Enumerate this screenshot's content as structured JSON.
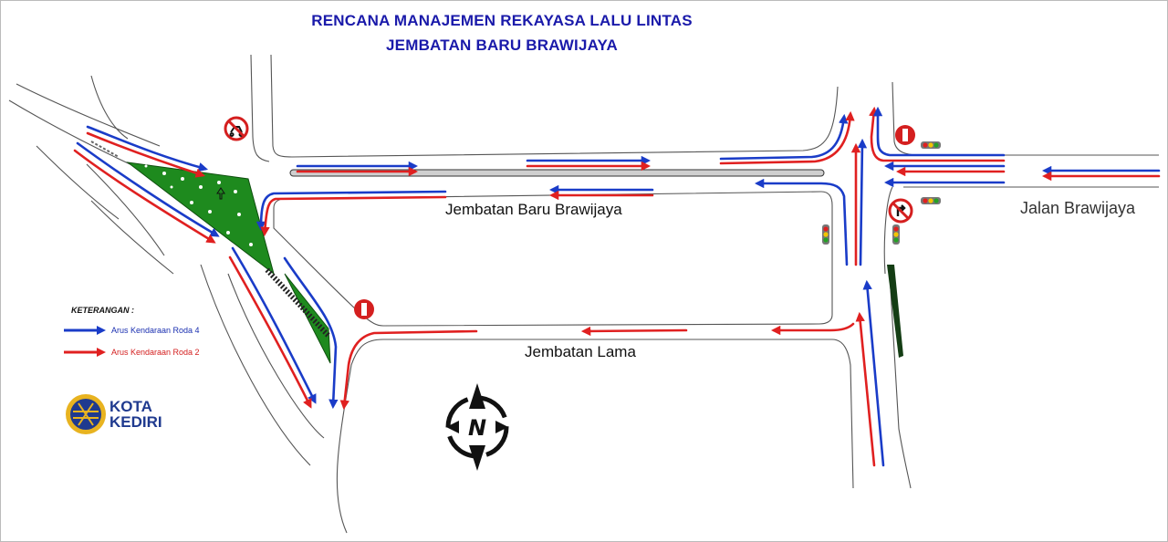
{
  "title": {
    "line1": "RENCANA MANAJEMEN REKAYASA LALU LINTAS",
    "line2": "JEMBATAN BARU BRAWIJAYA"
  },
  "roads": {
    "new_bridge": "Jembatan Baru Brawijaya",
    "old_bridge": "Jembatan Lama",
    "east_road": "Jalan Brawijaya"
  },
  "legend": {
    "title": "KETERANGAN :",
    "items": [
      {
        "label": "Arus Kendaraan Roda 4",
        "color": "#1a3cc8"
      },
      {
        "label": "Arus Kendaraan Roda 2",
        "color": "#e02020"
      }
    ]
  },
  "logo": {
    "line1": "KOTA",
    "line2": "KEDIRI"
  },
  "compass": {
    "letter": "N"
  },
  "colors": {
    "car_flow": "#1a3cc8",
    "motorcycle_flow": "#e02020",
    "title": "#1a1aaa",
    "median_green": "#1e8a1e",
    "sign_red": "#d41f1f"
  },
  "icons": {
    "no_entry": "no-entry-sign-icon",
    "no_parking": "no-motorcycle-sign-icon",
    "no_right_turn": "no-right-turn-sign-icon",
    "traffic_light": "traffic-light-icon",
    "compass": "north-compass-icon"
  }
}
